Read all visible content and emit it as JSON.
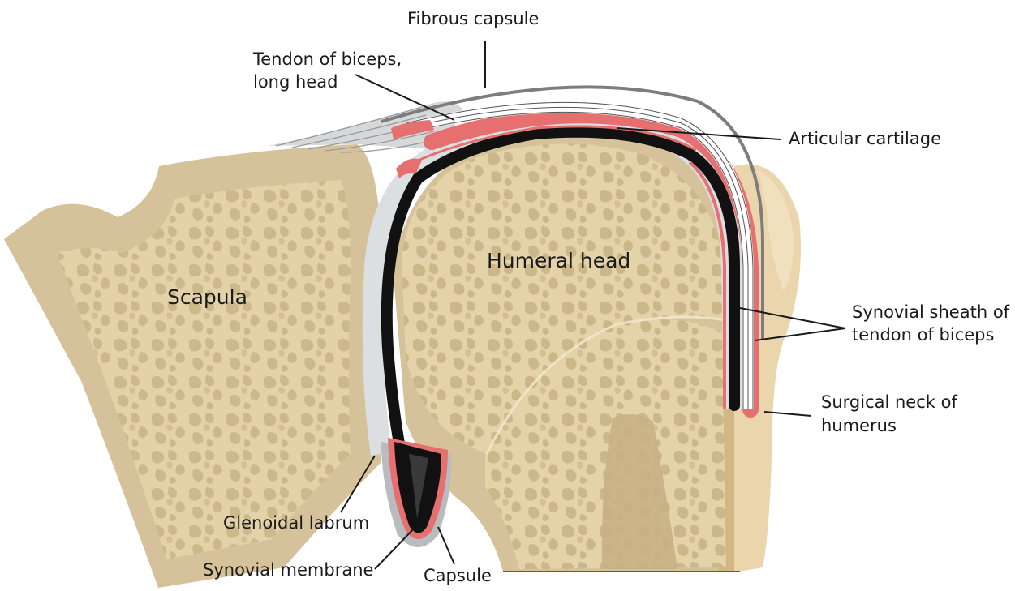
{
  "labels": {
    "fibrous_capsule": "Fibrous capsule",
    "tendon_biceps_line1": "Tendon of biceps,",
    "tendon_biceps_line2": "long head",
    "articular_cartilage": "Articular cartilage",
    "humeral_head": "Humeral head",
    "scapula": "Scapula",
    "synovial_sheath_line1": "Synovial sheath of",
    "synovial_sheath_line2": "tendon of biceps",
    "surgical_neck_line1": "Surgical neck of",
    "surgical_neck_line2": "humerus",
    "glenoidal_labrum": "Glenoidal labrum",
    "synovial_membrane": "Synovial membrane",
    "capsule": "Capsule"
  },
  "colors": {
    "bone_cortex": "#d6c29a",
    "bone_spongy": "#e6d5ad",
    "bone_spongy_dark": "#c9b588",
    "cartilage": "#dcdfe2",
    "synovial": "#e66f6f",
    "joint_cavity": "#111111",
    "fibrous": "#7d7d7d",
    "tendon": "#f2dcb4"
  }
}
